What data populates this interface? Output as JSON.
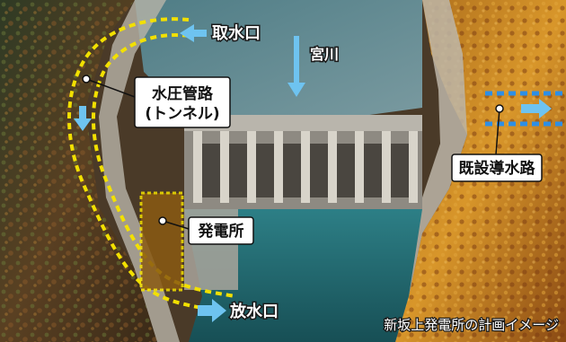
{
  "labels": {
    "intake": "取水口",
    "river": "宮川",
    "penstock_line1": "水圧管路",
    "penstock_line2": "(トンネル)",
    "existing_channel": "既設導水路",
    "powerhouse": "発電所",
    "outlet": "放水口"
  },
  "caption": "新坂上発電所の計画イメージ",
  "colors": {
    "route_dash": "#f2e000",
    "flow_arrow": "#6ec3f0",
    "existing_dash": "#2d8fe6",
    "powerhouse_fill": "#8a5a12",
    "water": "#1f6f78",
    "forest_dark": "#3a2d1f",
    "forest_autumn": "#c9861f"
  }
}
